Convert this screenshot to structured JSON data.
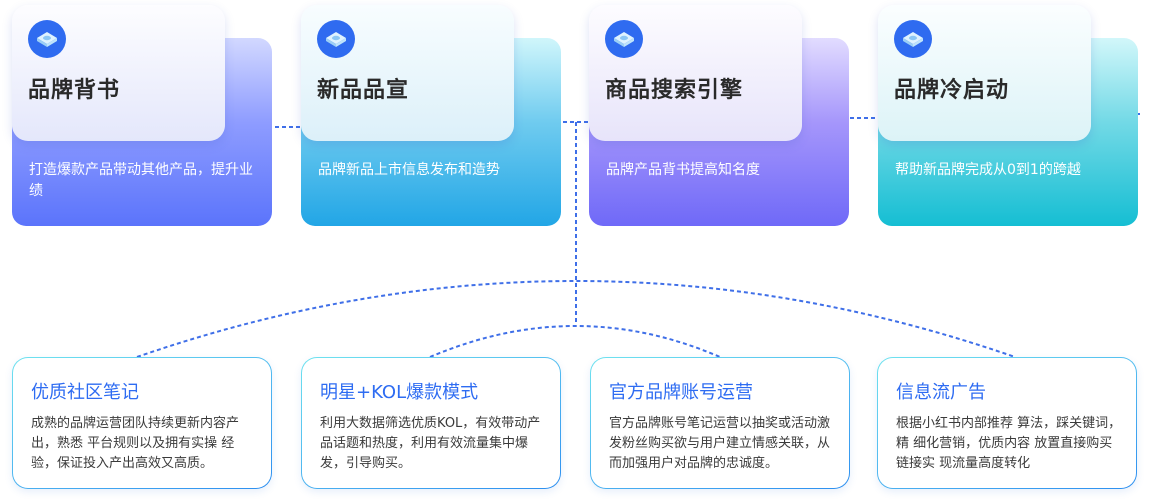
{
  "top_cards": [
    {
      "icon": "layer-block-icon",
      "title": "品牌背书",
      "description": "打造爆款产品带动其他产品，提升业绩"
    },
    {
      "icon": "layer-block-icon",
      "title": "新品品宣",
      "description": "品牌新品上市信息发布和造势"
    },
    {
      "icon": "layer-block-icon",
      "title": "商品搜索引擎",
      "description": "品牌产品背书提高知名度"
    },
    {
      "icon": "layer-block-icon",
      "title": "品牌冷启动",
      "description": "帮助新品牌完成从0到1的跨越"
    }
  ],
  "bottom_cards": [
    {
      "title": "优质社区笔记",
      "description": "成熟的品牌运营团队持续更新内容产出，熟悉 平台规则以及拥有实操 经验，保证投入产出高效又高质。"
    },
    {
      "title": "明星+KOL爆款模式",
      "description": "利用大数据筛选优质KOL，有效带动产品话题和热度，利用有效流量集中爆发，引导购买。"
    },
    {
      "title": "官方品牌账号运营",
      "description": "官方品牌账号笔记运营以抽奖或活动激发粉丝购买欲与用户建立情感关联，从而加强用户对品牌的忠诚度。"
    },
    {
      "title": "信息流广告",
      "description": "根据小红书内部推荐 算法，踩关键词，精 细化营销，优质内容 放置直接购买链接实 现流量高度转化"
    }
  ],
  "colors": {
    "accent_blue": "#2e6cf2",
    "connector": "#3f6fe8",
    "card1": "#5b74fb",
    "card2": "#22a6e6",
    "card3": "#6f69f8",
    "card4": "#15bed3"
  }
}
